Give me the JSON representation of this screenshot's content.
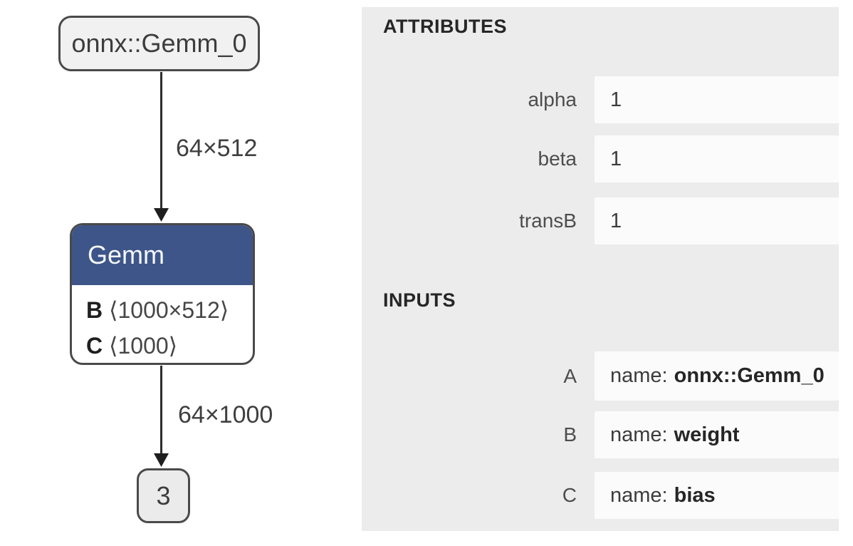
{
  "colors": {
    "panel_bg": "#ececec",
    "box_bg": "#fbfbfb",
    "node_header": "#3d5588",
    "node_border": "#4a4a4a",
    "node_fill": "#f1f1f1",
    "output_fill": "#ebebeb",
    "edge_color": "#2d2d2d"
  },
  "graph": {
    "input_node": {
      "label": "onnx::Gemm_0"
    },
    "edges": [
      {
        "label": "64×512"
      },
      {
        "label": "64×1000"
      }
    ],
    "gemm_node": {
      "title": "Gemm",
      "params": [
        {
          "key": "B",
          "shape": "⟨1000×512⟩"
        },
        {
          "key": "C",
          "shape": "⟨1000⟩"
        }
      ]
    },
    "output_node": {
      "label": "3"
    }
  },
  "panel": {
    "attributes": {
      "title": "ATTRIBUTES",
      "rows": [
        {
          "label": "alpha",
          "value": "1"
        },
        {
          "label": "beta",
          "value": "1"
        },
        {
          "label": "transB",
          "value": "1"
        }
      ]
    },
    "inputs": {
      "title": "INPUTS",
      "rows": [
        {
          "label": "A",
          "prefix": "name:",
          "value": "onnx::Gemm_0"
        },
        {
          "label": "B",
          "prefix": "name:",
          "value": "weight"
        },
        {
          "label": "C",
          "prefix": "name:",
          "value": "bias"
        }
      ]
    }
  }
}
